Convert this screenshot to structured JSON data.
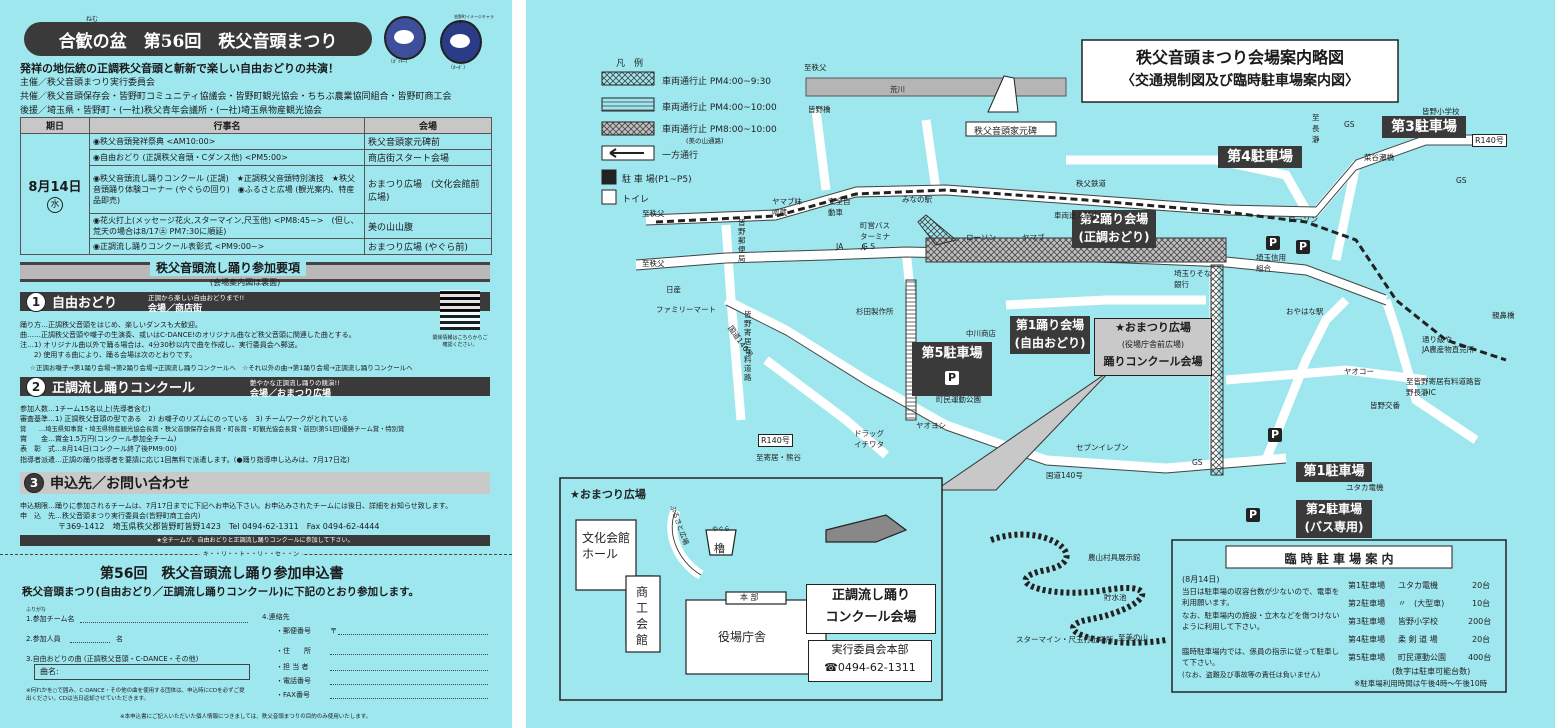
{
  "left": {
    "banner": "合歓の盆　第56回　秩父音頭まつり",
    "banner_ruby": "ねむ",
    "mascot_left_label": "〔ｶﾞｯｷｰ〕",
    "mascot_right_label": "〔ｶｰﾎﾞ〕",
    "mascot_caption": "皆野町イメージキャラクター",
    "headline": "発祥の地伝統の正調秩父音頭と斬新で楽しい自由おどりの共演！",
    "host": "主催／秩父音頭まつり実行委員会",
    "cohost": "共催／秩父音頭保存会・皆野町コミュニティ協議会・皆野町観光協会・ちちぶ農業協同組合・皆野町商工会",
    "support": "後援／埼玉県・皆野町・(一社)秩父青年会議所・(一社)埼玉県物産観光協会",
    "schedule_headers": [
      "期日",
      "行事名",
      "会場"
    ],
    "date_main": "8月14日",
    "date_day": "水",
    "schedule_rows": [
      {
        "event": "◉秩父音頭発祥祭典 <AM10:00>",
        "venue": "秩父音頭家元碑前"
      },
      {
        "event": "◉自由おどり (正調秩父音頭・Cダンス他) <PM5:00>",
        "venue": "商店街スタート会場"
      },
      {
        "event": "◉秩父音頭流し踊りコンクール (正調)　★正調秩父音頭特別演技　★秩父音頭踊り体験コーナー (やぐらの回り)　◉ふるさと広場 (観光案内、特産品即売)",
        "venue": "おまつり広場　(文化会館前広場)"
      },
      {
        "event": "◉花火打上(メッセージ花火,スターマイン,尺玉他) <PM8:45~>　(但し、荒天の場合は8/17㊏ PM7:30に順延)",
        "venue": "美の山山腹"
      },
      {
        "event": "◉正調流し踊りコンクール表彰式 <PM9:00~>",
        "venue": "おまつり広場 (やぐら前)"
      }
    ],
    "requirements_title": "秩父音頭流し踊り参加要項",
    "requirements_sub": "(会場案内図は裏面)",
    "sec1_num": "1",
    "sec1_title": "自由おどり",
    "sec1_note": "正調から楽しい自由おどりまで!!",
    "sec1_venue": "会場／商店街",
    "sec1_lines": [
      "踊り方…正調秩父音頭をはじめ、楽しいダンスも大歓迎。",
      "曲……正調秩父音頭や囃子の生演奏、或いはC-DANCE!のオリジナル曲など秩父音頭に関連した曲とする。",
      "注…1) オリジナル曲以外で踊る場合は、4分30秒以内で曲を作成し、実行委員会へ郵送。",
      "　　2) 使用する曲により、踊る会場は次のとおりです。",
      "☆正調お囃子→第1踊り会場→第2踊り会場→正調流し踊りコンクールへ　☆それ以外の曲→第1踊り会場→正調流し踊りコンクールへ"
    ],
    "qr_caption": "関係情報はこちらからご確認ください。",
    "sec2_num": "2",
    "sec2_title": "正調流し踊りコンクール",
    "sec2_note": "艶やかな正調流し踊りの競演!!",
    "sec2_venue": "会場／おまつり広場",
    "sec2_lines": [
      "参加人数…1チーム15名以上(先導者含む)",
      "審査基準…1) 正調秩父音頭の型である　2) お囃子のリズムにのっている　3) チームワークがとれている",
      "賞　　…埼玉県知事賞・埼玉県物産観光協会長賞・秩父音頭保存会長賞・町長賞・町観光協会長賞・前回(第51回)優勝チーム賞・特別賞",
      "賞　　金…賞金1.5万円(コンクール参加全チーム)",
      "表　彰　式…8月14日(コンクール終了後PM9:00)",
      "指導者派遣…正調の踊り指導者を要請に応じ1回無料で派遣します。(●踊り指導申し込みは、7月17日迄)"
    ],
    "sec3_num": "3",
    "sec3_title": "申込先／お問い合わせ",
    "sec3_lines": [
      "申込期限…踊りに参加されるチームは、7月17日までに下記へお申込下さい。お申込みされたチームには後日、詳細をお知らせ致します。",
      "申　込　先…秩父音頭まつり実行委員会(皆野町商工会内)",
      "〒369-1412　埼玉県秩父郡皆野町皆野1423　Tel 0494-62-1311　Fax 0494-62-4444"
    ],
    "all_teams_note": "★全チームが、自由おどりと正調流し踊りコンクールに参加して下さい。",
    "cut_line": "キ・・リ・・ト・・リ・・セ・・ン",
    "form_title": "第56回　秩父音頭流し踊り参加申込書",
    "form_sub": "秩父音頭まつり(自由おどり／正調流し踊りコンクール)に下記のとおり参加します。",
    "form_fields": {
      "team": "1.参加チーム名",
      "team_ruby": "ふりがな",
      "members": "2.参加人員",
      "members_unit": "名",
      "song": "3.自由おどりの曲 (正調秩父音頭・C-DANCE・その他)",
      "song_name": "曲名:",
      "contact": "4.連絡先",
      "zip": "・郵便番号",
      "zip_mark": "〒",
      "addr": "・住　　所",
      "person": "・担 当 者",
      "tel": "・電話番号",
      "fax": "・FAX番号"
    },
    "form_note": "※何れかを○で囲み、C-DANCE・その他の曲を使用する団体は、申込時にCDを必ずご提出ください。CDは当日返却させていただきます。",
    "privacy_note": "※本申込書にご記入いただいた個人情報につきましては、秩父音頭まつりの目的のみ使用いたします。"
  },
  "map": {
    "title": "秩父音頭まつり会場案内略図",
    "subtitle": "〈交通規制図及び臨時駐車場案内図〉",
    "legend_title": "凡　例",
    "legend": [
      "車両通行止 PM4:00~9:30",
      "車両通行止 PM4:00~10:00",
      "車両通行止 PM8:00~10:00",
      "(美の山通路)",
      "一方通行",
      "駐 車 場(P1~P5)",
      "トイレ"
    ],
    "parking_labels": [
      "第3駐車場",
      "第4駐車場",
      "第5駐車場",
      "第1駐車場",
      "第2駐車場",
      "(バス専用)"
    ],
    "venue_labels": [
      "第2踊り会場",
      "(正調おどり)",
      "第1踊り会場",
      "(自由おどり)",
      "★おまつり広場",
      "(役場庁舎前広場)",
      "踊りコンクール会場"
    ],
    "place_labels": [
      "秩父音頭家元碑",
      "至秩父",
      "至寄居・熊谷",
      "R140号",
      "国道140号",
      "荒川",
      "皆野橋",
      "秩父鉄道",
      "みなの駅",
      "ローソン",
      "ヤマブ",
      "中川商店",
      "町民運動公園",
      "ヤオヨシ",
      "ドラッグイチワタ",
      "セブンイレブン",
      "GS",
      "日産",
      "ファミリーマート",
      "杉田製作所",
      "おやはな駅",
      "ヤオコー",
      "埼玉りそな銀行",
      "皆野小学校",
      "菜谷瀬橋",
      "ユタカ電機",
      "至皆野寄居有料道路皆野長瀞IC",
      "皆野交番",
      "通り級や",
      "JA農産物直売所",
      "親鼻橋",
      "至美の山",
      "農山村具展示館",
      "貯水池",
      "スターマイン・尺玉打上場所",
      "至長瀞",
      "皆野寄居有料道路",
      "国道140号",
      "車両進入禁止",
      "JA",
      "G.S",
      "町営バスターミナル",
      "皆野郵便局",
      "ヤマブ味噌蔵",
      "安全自動車",
      "埼玉信用組合",
      "至寄居・熊谷"
    ],
    "inset_title": "★おまつり広場",
    "inset_labels": [
      "文化会館ホール",
      "商工会館",
      "役場庁舎",
      "本 部",
      "やぐら",
      "ふるさと広場",
      "櫓"
    ],
    "contest_box": [
      "正調流し踊り",
      "コンクール会場"
    ],
    "hq_box": [
      "実行委員会本部",
      "☎0494-62-1311"
    ],
    "parking_table_title": "臨 時 駐 車 場 案 内",
    "parking_date": "(8月14日)",
    "parking_text": [
      "当日は駐車場の収容台数が少ないので、電車を利用願います。",
      "なお、駐車場内の施設・立木などを傷つけないように利用して下さい。",
      "臨時駐車場内では、係員の指示に従って駐車して下さい。",
      "(なお、盗難及び事故等の責任は負いません)"
    ],
    "parking_rows": [
      {
        "name": "第1駐車場",
        "place": "ユタカ電機",
        "cap": "20台"
      },
      {
        "name": "第2駐車場",
        "place": "〃　(大型車)",
        "cap": "10台"
      },
      {
        "name": "第3駐車場",
        "place": "皆野小学校",
        "cap": "200台"
      },
      {
        "name": "第4駐車場",
        "place": "柔 剣 道 場",
        "cap": "20台"
      },
      {
        "name": "第5駐車場",
        "place": "町民運動公園",
        "cap": "400台"
      }
    ],
    "parking_note1": "(数字は駐車可能台数)",
    "parking_note2": "※駐車場利用時間は午後4時～午後10時",
    "colors": {
      "bg": "#9fe7ef",
      "dark": "#3a3a3a",
      "road": "#ffffff"
    }
  }
}
